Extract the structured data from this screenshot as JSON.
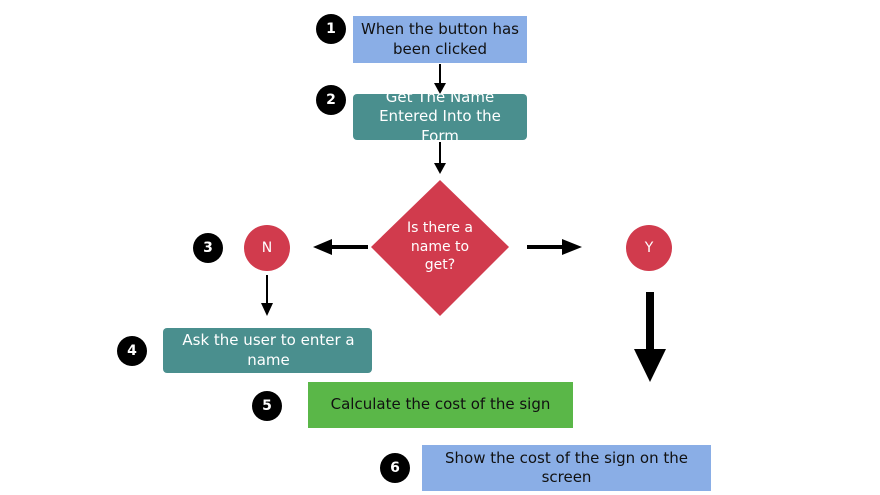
{
  "steps": {
    "s1": {
      "number": "1",
      "text": "When the button has been clicked",
      "color": "#8aaee6"
    },
    "s2": {
      "number": "2",
      "text": "Get The Name Entered Into the Form",
      "color": "#4a8f8e"
    },
    "s3": {
      "number": "3"
    },
    "s4": {
      "number": "4",
      "text": "Ask the user to enter a name",
      "color": "#4a8f8e"
    },
    "s5": {
      "number": "5",
      "text": "Calculate the cost of the sign",
      "color": "#5ab748"
    },
    "s6": {
      "number": "6",
      "text": "Show the cost of the sign on the screen",
      "color": "#8aaee6"
    }
  },
  "decision": {
    "text": "Is there a name to get?",
    "color": "#d13b4d"
  },
  "branches": {
    "no_label": "N",
    "yes_label": "Y",
    "color": "#d13b4d"
  }
}
